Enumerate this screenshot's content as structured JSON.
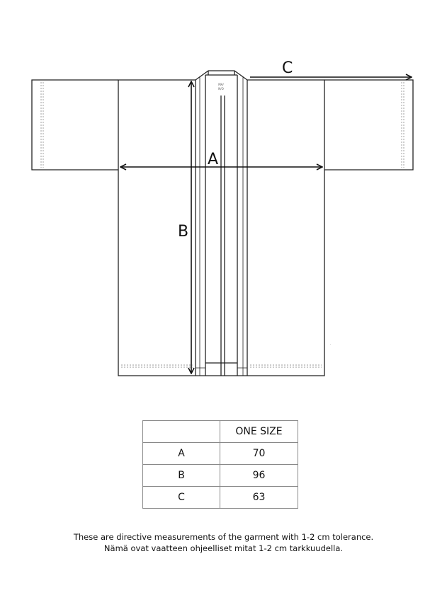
{
  "diagram": {
    "labels": {
      "A": "A",
      "B": "B",
      "C": "C"
    },
    "brand_tag": [
      "MA/",
      "N/O"
    ]
  },
  "table": {
    "header": [
      "",
      "ONE SIZE"
    ],
    "rows": [
      {
        "label": "A",
        "value": "70"
      },
      {
        "label": "B",
        "value": "96"
      },
      {
        "label": "C",
        "value": "63"
      }
    ]
  },
  "notes": {
    "english": "These are directive measurements of the garment with 1-2 cm tolerance.",
    "finnish": "Nämä ovat vaatteen ohjeelliset mitat 1-2 cm tarkkuudella."
  }
}
